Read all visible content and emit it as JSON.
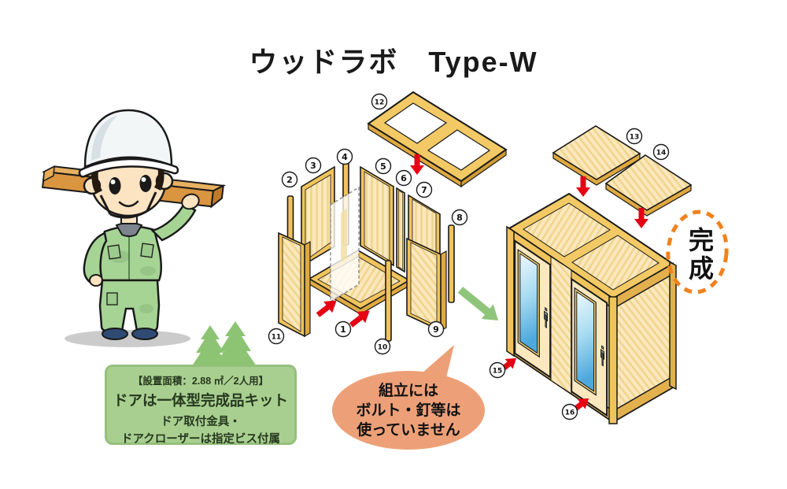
{
  "title": "ウッドラボ　Type-W",
  "info_box": {
    "line1": "【設置面積：2.88 ㎡／2人用】",
    "line2": "ドアは一体型完成品キット",
    "line3": "ドア取付金具・",
    "line4": "ドアクローザーは指定ビス付属"
  },
  "speech_bubble": {
    "line1": "組立には",
    "line2": "ボルト・釘等は",
    "line3": "使っていません"
  },
  "completion_label": "完成",
  "parts": [
    "1",
    "2",
    "3",
    "4",
    "5",
    "6",
    "7",
    "8",
    "9",
    "10",
    "11",
    "12",
    "13",
    "14",
    "15",
    "16"
  ],
  "colors": {
    "wood_light": "#FBE8BE",
    "wood_stripe": "#F1D48C",
    "wood_frame": "#F0C35C",
    "wood_frame_dark": "#DFA940",
    "outline": "#1A1A1A",
    "arrow_red": "#E60014",
    "arrow_green": "#8FC57B",
    "bubble_orange": "#EDA077",
    "stamp_orange": "#F0821E",
    "info_box_green": "#A9CF90",
    "tree_green": "#8CC474",
    "glass_blue": "#4EA8DC",
    "uniform_green": "#A5D494",
    "helmet_white": "#F2F6F7",
    "shoe_navy": "#2F4B73"
  }
}
